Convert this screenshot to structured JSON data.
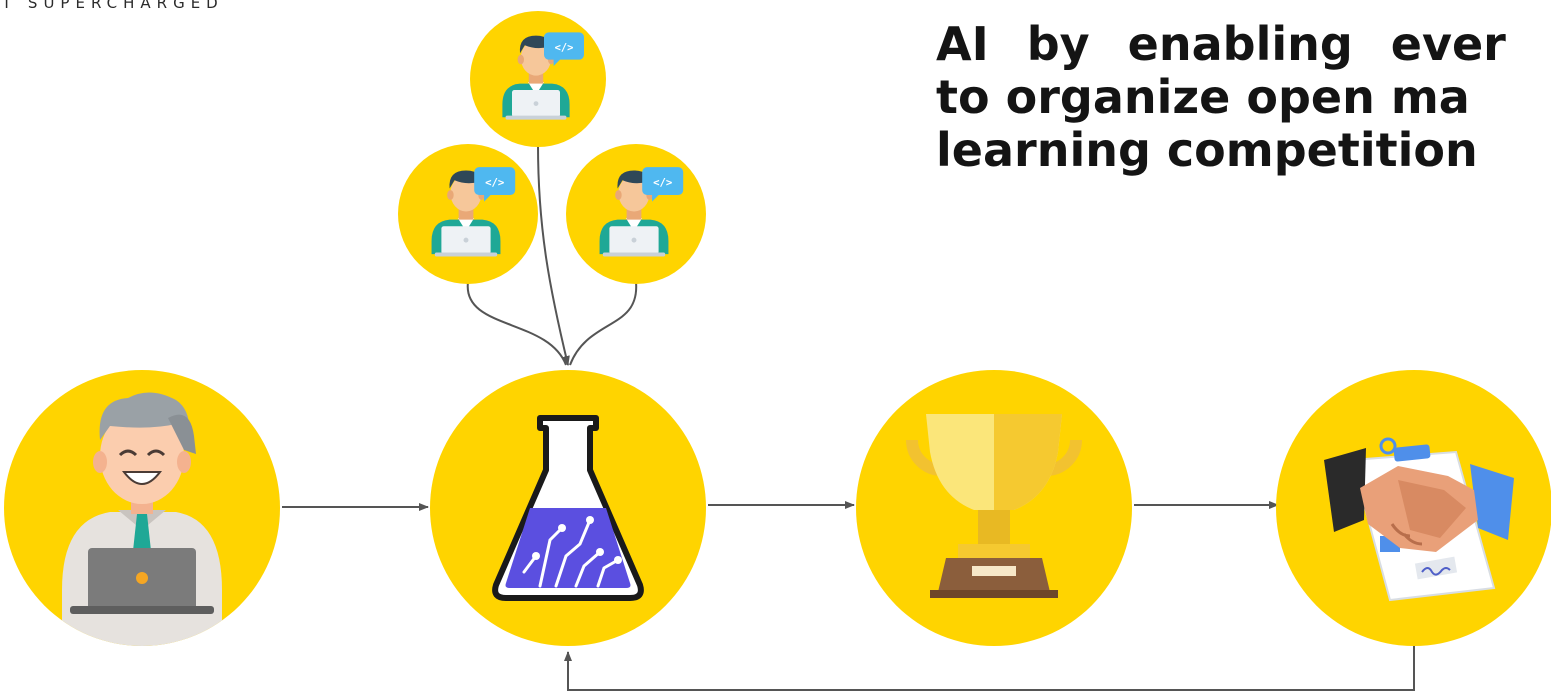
{
  "header": {
    "brand_text": "T SUPERCHARGED",
    "headline_lines": [
      "AI by enabling ever",
      "to organize open ma",
      "learning competition"
    ]
  },
  "colors": {
    "node_yellow": "#FFD400",
    "connector_gray": "#555555",
    "flask_purple": "#5B4FE0",
    "trophy_gold": "#F5C930",
    "trophy_base_brown": "#8B5E3C"
  },
  "diagram": {
    "nodes": [
      {
        "id": "organizer",
        "icon": "developer-laptop-icon"
      },
      {
        "id": "lab",
        "icon": "ai-flask-icon"
      },
      {
        "id": "trophy",
        "icon": "trophy-icon"
      },
      {
        "id": "agreement",
        "icon": "handshake-contract-icon"
      },
      {
        "id": "participant-1",
        "icon": "coder-icon"
      },
      {
        "id": "participant-2",
        "icon": "coder-icon"
      },
      {
        "id": "participant-3",
        "icon": "coder-icon"
      }
    ],
    "edges": [
      [
        "organizer",
        "lab"
      ],
      [
        "lab",
        "trophy"
      ],
      [
        "trophy",
        "agreement"
      ],
      [
        "agreement",
        "lab"
      ],
      [
        "participant-1",
        "lab"
      ],
      [
        "participant-2",
        "lab"
      ],
      [
        "participant-3",
        "lab"
      ]
    ]
  }
}
